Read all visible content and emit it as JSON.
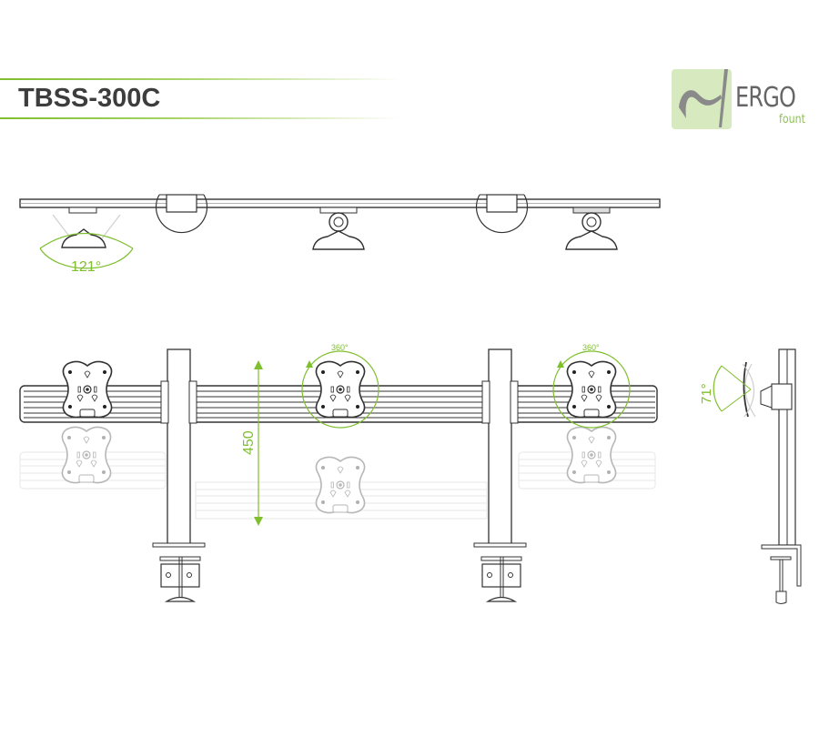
{
  "header": {
    "model_title": "TBSS-300C",
    "accent_color": "#7fbf2e"
  },
  "logo": {
    "word": "ERGO",
    "sub": "fount",
    "box_color": "#d6e9bf",
    "icon": "ergo-arm-logo-icon"
  },
  "views": {
    "top_view": {
      "name": "top-view",
      "swivel_angle_label": "121°",
      "monitor_mounts": 3,
      "pole_clamps": 2
    },
    "front_view": {
      "name": "front-view",
      "rotation_label_left": "360°",
      "rotation_label_right": "360°",
      "height_adjust_label": "450",
      "vesa_plates": 3,
      "poles": 2
    },
    "side_view": {
      "name": "side-view",
      "tilt_angle_label": "71°"
    }
  },
  "colors": {
    "line": "#333333",
    "ghost": "#d9d9d9",
    "dimension": "#7fbf2e"
  }
}
